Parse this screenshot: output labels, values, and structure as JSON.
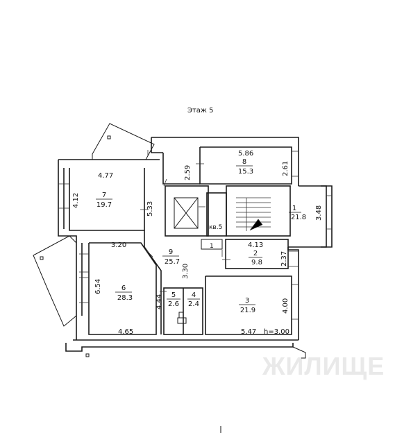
{
  "floor_title": "Этаж 5",
  "ceiling_height": "h=3.00",
  "stair_label": "кв.5",
  "watermark": "ЖИЛИЩЕ",
  "rooms": [
    {
      "id": "room-1",
      "number": "1",
      "area": "21.8"
    },
    {
      "id": "room-2",
      "number": "2",
      "area": "9.8"
    },
    {
      "id": "room-3",
      "number": "3",
      "area": "21.9"
    },
    {
      "id": "room-4",
      "number": "4",
      "area": "2.4"
    },
    {
      "id": "room-5",
      "number": "5",
      "area": "2.6"
    },
    {
      "id": "room-6",
      "number": "6",
      "area": "28.3"
    },
    {
      "id": "room-7",
      "number": "7",
      "area": "19.7"
    },
    {
      "id": "room-8",
      "number": "8",
      "area": "15.3"
    },
    {
      "id": "room-9",
      "number": "9",
      "area": "25.7"
    }
  ],
  "dimensions": {
    "d_586": "5.86",
    "d_259": "2.59",
    "d_261": "2.61",
    "d_477": "4.77",
    "d_412": "4.12",
    "d_533": "5.33",
    "d_348": "3.48",
    "d_320": "3.20",
    "d_413": "4.13",
    "d_237": "2.37",
    "d_330": "3.30",
    "d_654": "6.54",
    "d_444": "4.44",
    "d_400": "4.00",
    "d_465": "4.65",
    "d_547": "5.47",
    "d_1": "1"
  }
}
